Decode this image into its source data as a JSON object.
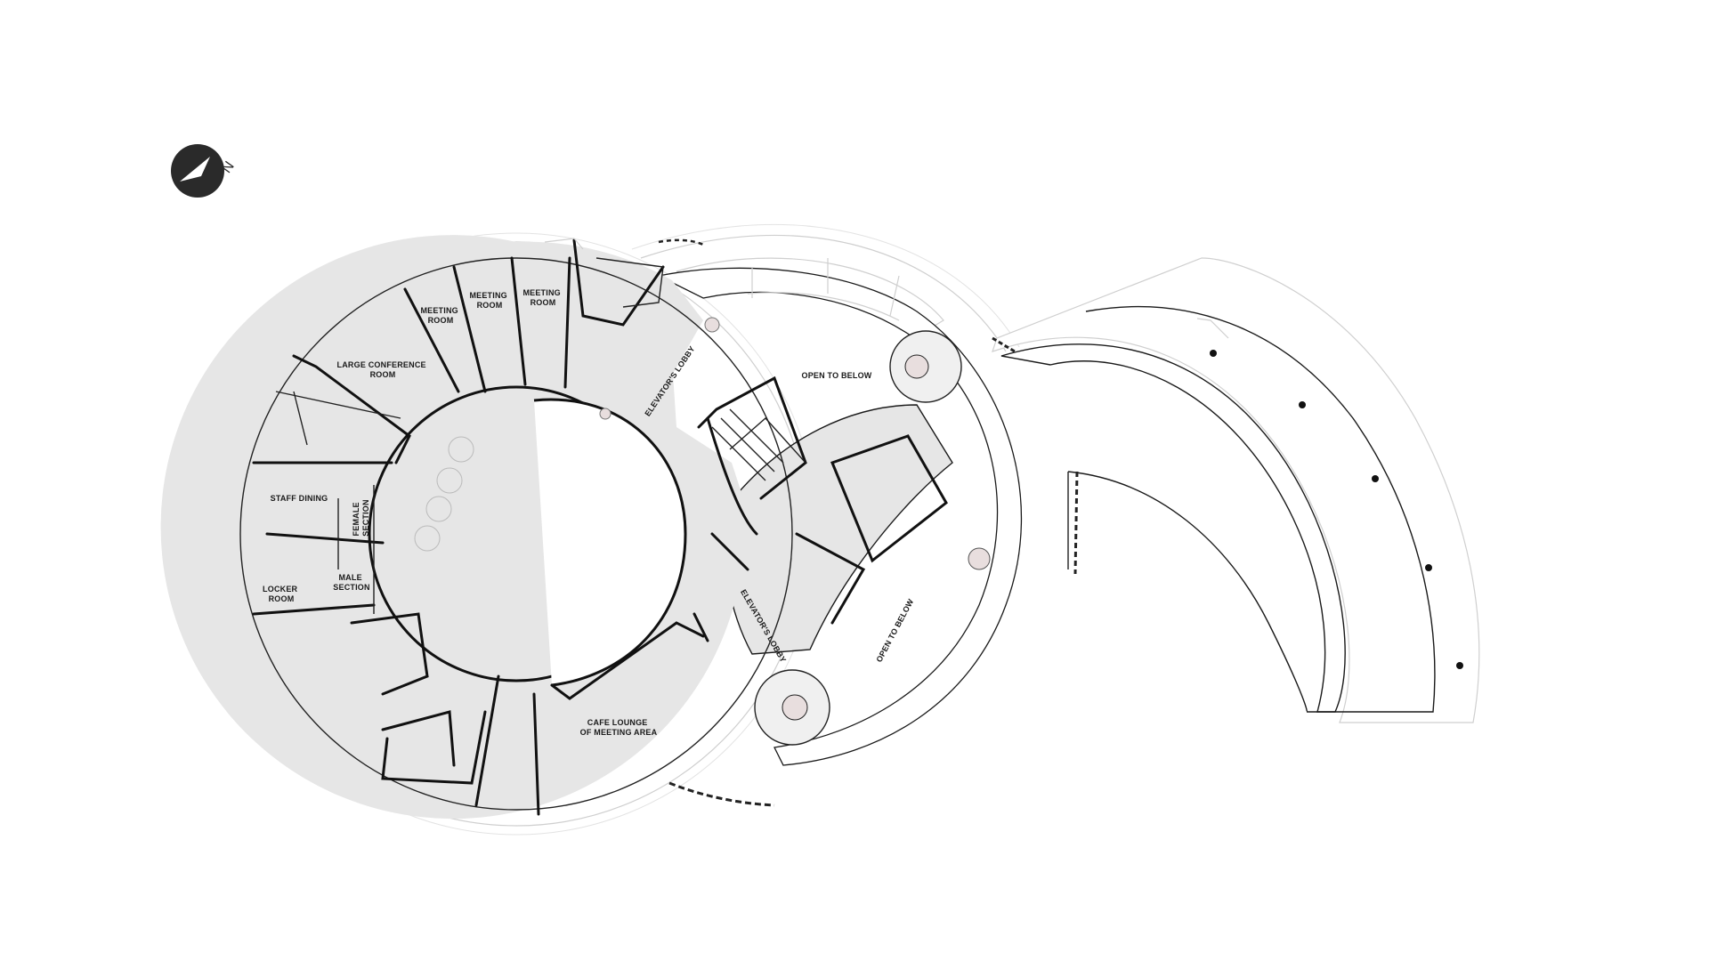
{
  "colors": {
    "background": "#ffffff",
    "wall": "#111111",
    "floor_fill": "#e6e6e6",
    "outline": "#cfcfcf",
    "column": "#111111",
    "north_arrow": "#2a2a2a"
  },
  "north_arrow": {
    "icon": "north-arrow-icon",
    "letter": "N"
  },
  "rooms": {
    "large_conference": [
      "LARGE CONFERENCE",
      "ROOM"
    ],
    "meeting_room_1": [
      "MEETING",
      "ROOM"
    ],
    "meeting_room_2": [
      "MEETING",
      "ROOM"
    ],
    "meeting_room_3": [
      "MEETING",
      "ROOM"
    ],
    "elevator_lobby_top": "ELEVATOR'S LOBBY",
    "open_to_below_top": "OPEN TO BELOW",
    "staff_dining": "STAFF DINING",
    "female_section": [
      "FEMALE",
      "SECTION"
    ],
    "male_section": [
      "MALE",
      "SECTION"
    ],
    "locker_room": [
      "LOCKER",
      "ROOM"
    ],
    "elevator_lobby_bottom": "ELEVATOR'S LOBBY",
    "open_to_below_bottom": "OPEN TO BELOW",
    "cafe_lounge": [
      "CAFE LOUNGE",
      "OF MEETING AREA"
    ]
  }
}
